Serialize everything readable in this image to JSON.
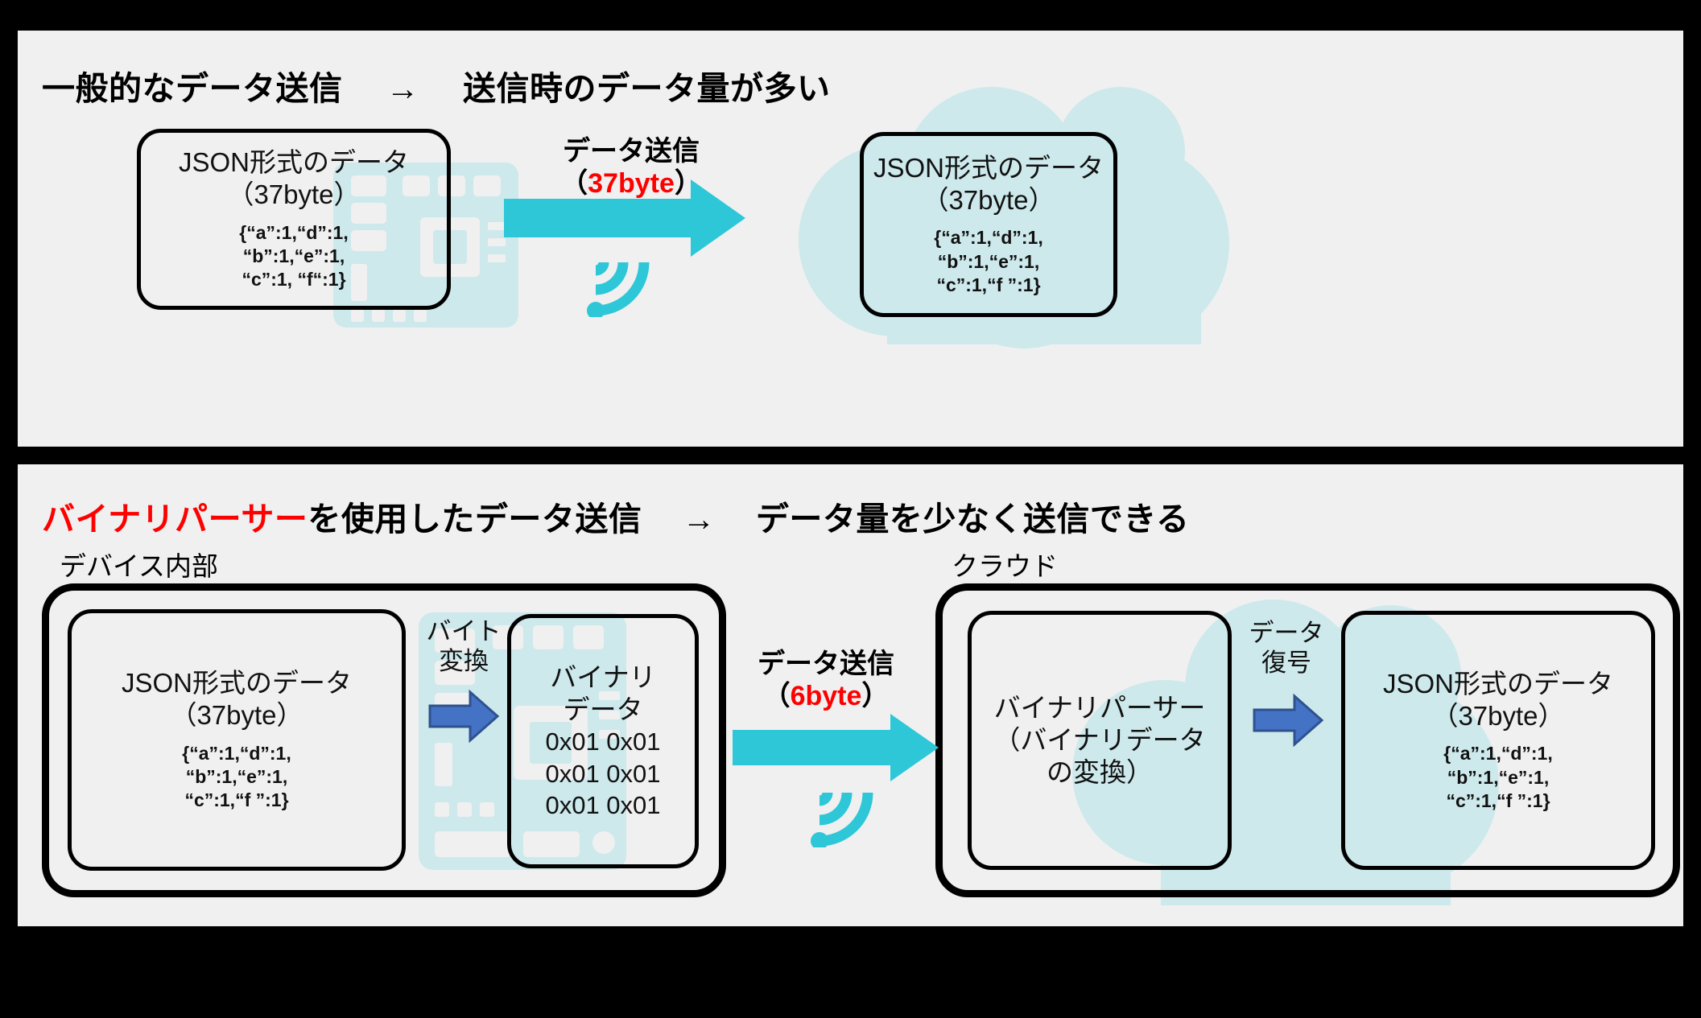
{
  "page": {
    "background_color": "#000000",
    "panel_color": "#F0F0F0",
    "accent_cyan": "#2EC7D8",
    "accent_blue": "#4472C4",
    "accent_red": "#FF0000",
    "cloud_color": "#CDE9EC",
    "circuit_color": "#CDE9EC"
  },
  "top_section": {
    "title_part1": "一般的なデータ送信",
    "title_arrow": "→",
    "title_part2": "送信時のデータ量が多い",
    "source_box": {
      "title": "JSON形式のデータ\n（37byte）",
      "json": "{“a”:1,“d”:1,\n“b”:1,“e”:1,\n“c”:1, “f“:1}"
    },
    "transmission": {
      "label_prefix": "データ送信（",
      "label_value": "37byte",
      "label_suffix": "）",
      "arrow_icon": "right-arrow-icon",
      "wifi_icon": "wifi-signal-icon"
    },
    "destination_box": {
      "title": "JSON形式のデータ\n（37byte）",
      "json": "{“a”:1,“d”:1,\n“b”:1,“e”:1,\n“c”:1,“f ”:1}"
    }
  },
  "bottom_section": {
    "title_part1": "バイナリパーサー",
    "title_part2": "を使用したデータ送信",
    "title_arrow": "→",
    "title_part3": "データ量を少なく送信できる",
    "device_label": "デバイス内部",
    "cloud_label": "クラウド",
    "device_json_box": {
      "title": "JSON形式のデータ\n（37byte）",
      "json": "{“a”:1,“d”:1,\n“b”:1,“e”:1,\n“c”:1,“f ”:1}"
    },
    "byte_convert": {
      "label": "バイト\n変換",
      "arrow_icon": "blue-right-arrow-icon"
    },
    "binary_box": {
      "title": "バイナリ\nデータ",
      "data": "0x01 0x01\n0x01 0x01\n0x01 0x01"
    },
    "transmission": {
      "label_line1": "データ送信",
      "label_prefix": "（",
      "label_value": "6byte",
      "label_suffix": "）",
      "arrow_icon": "right-arrow-icon",
      "wifi_icon": "wifi-signal-icon"
    },
    "parser_box": {
      "title": "バイナリパーサー\n（バイナリデータ\nの変換）"
    },
    "decode": {
      "label": "データ\n復号",
      "arrow_icon": "blue-right-arrow-icon"
    },
    "cloud_json_box": {
      "title": "JSON形式のデータ\n（37byte）",
      "json": "{“a”:1,“d”:1,\n“b”:1,“e”:1,\n“c”:1,“f ”:1}"
    }
  }
}
